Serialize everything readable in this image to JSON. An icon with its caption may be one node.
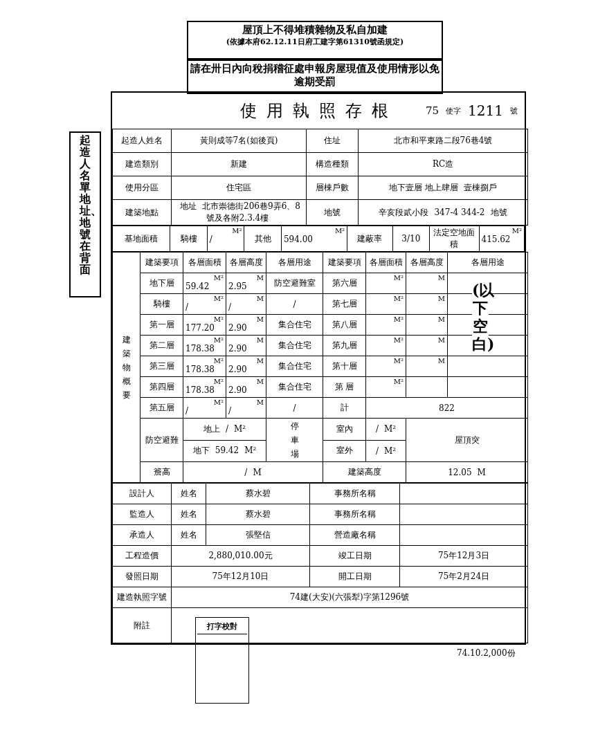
{
  "diagram": {
    "title": "使用執照存根",
    "nodes": [
      {
        "text": [
          "屋頂上不得堆積雜物及私自加建",
          "(依據本府62.12.11日府工建字第61310號函規定)"
        ]
      },
      {
        "text": [
          "請在卅日內向稅捐稽征處申報房屋現值及使用情形以免逾期受罰"
        ]
      },
      {
        "text": [
          "起造人名單地址、地號在背面"
        ]
      },
      {
        "text": [
          "打字校對"
        ]
      }
    ],
    "labels": [
      "75",
      "使字",
      "1211",
      "號",
      "起造人姓名",
      "黃則成等7名(如後頁)",
      "住址",
      "北市和平東路二段76巷4號",
      "建造類別",
      "新建",
      "構造種類",
      "RC造",
      "使用分區",
      "住宅區",
      "層棟戶數",
      "地下壹層 地上肆層",
      "壹棟捌戶",
      "建築地點",
      "地址",
      "北市崇德街206巷9弄6、8號及各附2.3.4樓",
      "地號",
      "辛亥段貳小段",
      "347-4 344-2",
      "地號",
      "基地面積",
      "騎樓",
      "M²",
      "/",
      "其他",
      "M²",
      "594.00",
      "建蔽率",
      "3/10",
      "法定空地面積",
      "M²",
      "415.62",
      "建築物概要",
      "建築要項",
      "各層面積",
      "各層高度",
      "各層用途",
      "建築要項",
      "各層面積",
      "各層高度",
      "各層用途",
      "地下層",
      "M²",
      "59.42",
      "M",
      "2.95",
      "防空避難室",
      "第六層",
      "M²",
      "M",
      "(以下空白)",
      "騎樓",
      "M²",
      "/",
      "M",
      "/",
      "/",
      "第七層",
      "M²",
      "M",
      "第一層",
      "M²",
      "177.20",
      "M",
      "2.90",
      "集合住宅",
      "第八層",
      "M²",
      "M",
      "第二層",
      "M²",
      "178.38",
      "M",
      "2.90",
      "集合住宅",
      "第九層",
      "M²",
      "M",
      "第三層",
      "M²",
      "178.38",
      "M",
      "2.90",
      "集合住宅",
      "第十層",
      "M²",
      "M",
      "第四層",
      "M²",
      "178.38",
      "M",
      "2.90",
      "集合住宅",
      "第 層",
      "M²",
      "第五層",
      "M²",
      "/",
      "M",
      "/",
      "/",
      "計",
      "822",
      "防空避難",
      "地上",
      "/",
      "M²",
      "停車場",
      "室內",
      "/",
      "M²",
      "屋頂突",
      "地下",
      "59.42",
      "M²",
      "室外",
      "/",
      "M²",
      "簷高",
      "/",
      "M",
      "建築高度",
      "12.05",
      "M",
      "設計人",
      "姓名",
      "蔡水碧",
      "事務所名稱",
      "監造人",
      "姓名",
      "蔡水碧",
      "事務所名稱",
      "承造人",
      "姓名",
      "張堅信",
      "營造廠名稱",
      "工程造價",
      "2,880,010.00元",
      "竣工日期",
      "75年12月3日",
      "發照日期",
      "75年12月10日",
      "開工日期",
      "75年2月24日",
      "建造執照字號",
      "74建(大安)(六張犁)字第1296號",
      "附註",
      "74.10.2,000份"
    ]
  }
}
